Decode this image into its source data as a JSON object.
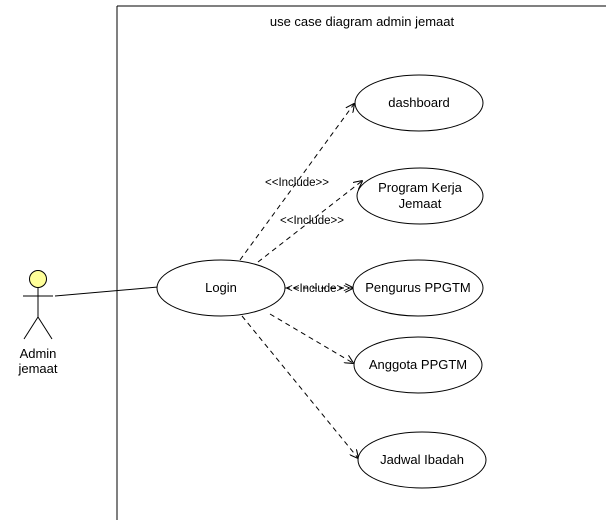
{
  "diagram": {
    "system_title": "use case diagram admin jemaat",
    "actor": {
      "line1": "Admin",
      "line2": "jemaat"
    },
    "use_cases": {
      "login": "Login",
      "dashboard": "dashboard",
      "program_line1": "Program Kerja",
      "program_line2": "Jemaat",
      "pengurus": "Pengurus PPGTM",
      "anggota": "Anggota PPGTM",
      "jadwal": "Jadwal Ibadah"
    },
    "relations": {
      "include_dashboard": "<<Include>>",
      "include_program": "<<Include>>",
      "include_pengurus": "<<Include>>"
    }
  },
  "colors": {
    "actor_head_fill": "#ffff99",
    "stroke": "#000000",
    "background": "#ffffff"
  }
}
